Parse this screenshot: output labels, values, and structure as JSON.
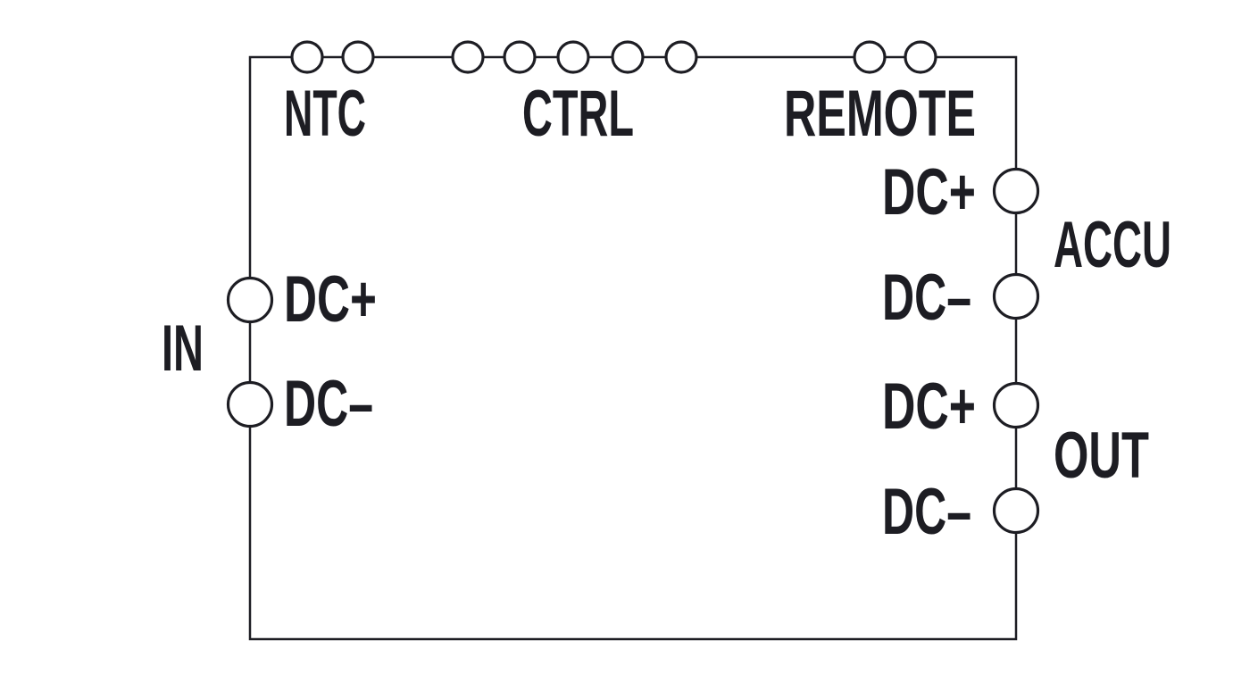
{
  "page": {
    "background_color": "#ffffff",
    "line_color": "#1d1d23"
  },
  "diagram": {
    "type": "terminal-connection-diagram",
    "labels": {
      "ntc": "NTC",
      "ctrl": "CTRL",
      "remote": "REMOTE",
      "in": "IN",
      "accu": "ACCU",
      "out": "OUT",
      "in_dc_plus": "DC+",
      "in_dc_minus": "DC–",
      "accu_dc_plus": "DC+",
      "accu_dc_minus": "DC–",
      "out_dc_plus": "DC+",
      "out_dc_minus": "DC–"
    },
    "terminal_groups": [
      {
        "name": "NTC",
        "edge": "top",
        "terminal_count": 2
      },
      {
        "name": "CTRL",
        "edge": "top",
        "terminal_count": 5
      },
      {
        "name": "REMOTE",
        "edge": "top",
        "terminal_count": 2
      },
      {
        "name": "IN",
        "edge": "left",
        "terminals": [
          "DC+",
          "DC–"
        ]
      },
      {
        "name": "ACCU",
        "edge": "right",
        "terminals": [
          "DC+",
          "DC–"
        ]
      },
      {
        "name": "OUT",
        "edge": "right",
        "terminals": [
          "DC+",
          "DC–"
        ]
      }
    ]
  }
}
